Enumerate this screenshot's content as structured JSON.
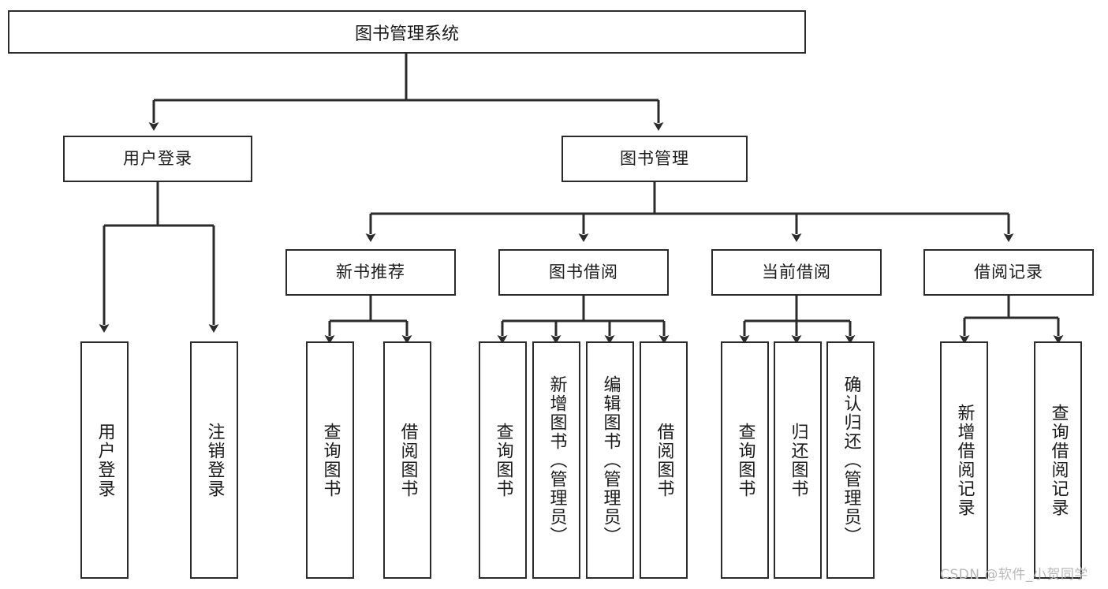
{
  "diagram": {
    "title": "图书管理系统",
    "type": "hierarchy-tree",
    "root": {
      "label": "图书管理系统",
      "children": [
        {
          "label": "用户登录",
          "children": [
            {
              "label": "用户登录"
            },
            {
              "label": "注销登录"
            }
          ]
        },
        {
          "label": "图书管理",
          "children": [
            {
              "label": "新书推荐",
              "children": [
                {
                  "label": "查询图书"
                },
                {
                  "label": "借阅图书"
                }
              ]
            },
            {
              "label": "图书借阅",
              "children": [
                {
                  "label": "查询图书"
                },
                {
                  "label": "新增图书（管理员）"
                },
                {
                  "label": "编辑图书（管理员）"
                },
                {
                  "label": "借阅图书"
                }
              ]
            },
            {
              "label": "当前借阅",
              "children": [
                {
                  "label": "查询图书"
                },
                {
                  "label": "归还图书"
                },
                {
                  "label": "确认归还（管理员）"
                }
              ]
            },
            {
              "label": "借阅记录",
              "children": [
                {
                  "label": "新增借阅记录"
                },
                {
                  "label": "查询借阅记录"
                }
              ]
            }
          ]
        }
      ]
    }
  },
  "nodes": {
    "root": "图书管理系统",
    "user_login": "用户登录",
    "book_mgmt": "图书管理",
    "new_book_rec": "新书推荐",
    "book_borrow": "图书借阅",
    "current_borrow": "当前借阅",
    "borrow_record": "借阅记录",
    "leaf_user_login": "用户登录",
    "leaf_logout": "注销登录",
    "leaf_query_book_1": "查询图书",
    "leaf_borrow_book_1": "借阅图书",
    "leaf_query_book_2": "查询图书",
    "leaf_add_book_admin": "新增图书（管理员）",
    "leaf_edit_book_admin": "编辑图书（管理员）",
    "leaf_borrow_book_2": "借阅图书",
    "leaf_query_book_3": "查询图书",
    "leaf_return_book": "归还图书",
    "leaf_confirm_return_admin": "确认归还（管理员）",
    "leaf_add_borrow_record": "新增借阅记录",
    "leaf_query_borrow_record": "查询借阅记录"
  },
  "watermark": "CSDN @软件_小贺同学",
  "colors": {
    "stroke": "#2b2b2b",
    "background": "#ffffff",
    "text": "#1b1b1b",
    "watermark": "#b9b9b9"
  }
}
